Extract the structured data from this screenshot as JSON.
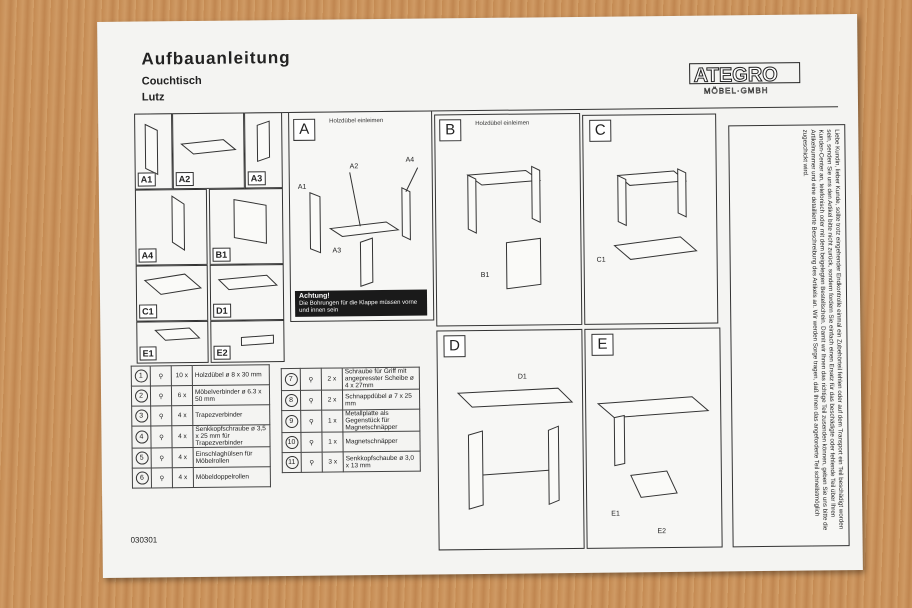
{
  "header": {
    "title": "Aufbauanleitung",
    "product_type": "Couchtisch",
    "product_name": "Lutz",
    "logo_text": "ATEGRO",
    "logo_sub": "MÖBEL·GMBH"
  },
  "parts": [
    "A1",
    "A2",
    "A3",
    "A4",
    "B1",
    "C1",
    "D1",
    "E1",
    "E2"
  ],
  "steps": {
    "A": {
      "letter": "A",
      "caption": "Holzdübel einleimen",
      "warning_title": "Achtung!",
      "warning_text": "Die Bohrungen für die Klappe müssen vorne und innen sein"
    },
    "B": {
      "letter": "B",
      "caption": "Holzdübel einleimen"
    },
    "C": {
      "letter": "C"
    },
    "D": {
      "letter": "D"
    },
    "E": {
      "letter": "E"
    }
  },
  "hardware_left": [
    {
      "n": "1",
      "qty": "10 x",
      "desc": "Holzdübel ø 8 x 30 mm"
    },
    {
      "n": "2",
      "qty": "6 x",
      "desc": "Möbelverbinder ø 6.3 x 50 mm"
    },
    {
      "n": "3",
      "qty": "4 x",
      "desc": "Trapezverbinder"
    },
    {
      "n": "4",
      "qty": "4 x",
      "desc": "Senkkopfschraube ø 3,5 x 25 mm für Trapezverbinder"
    },
    {
      "n": "5",
      "qty": "4 x",
      "desc": "Einschlaghülsen für Möbelrollen"
    },
    {
      "n": "6",
      "qty": "4 x",
      "desc": "Möbeldoppelrollen"
    }
  ],
  "hardware_right": [
    {
      "n": "7",
      "qty": "2 x",
      "desc": "Schraube für Griff mit angepresster Scheibe ø 4 x 27mm"
    },
    {
      "n": "8",
      "qty": "2 x",
      "desc": "Schnappdübel ø 7 x 25 mm"
    },
    {
      "n": "9",
      "qty": "1 x",
      "desc": "Metallplatte als Gegenstück für Magnetschnäpper"
    },
    {
      "n": "10",
      "qty": "1 x",
      "desc": "Magnetschnäpper"
    },
    {
      "n": "11",
      "qty": "3 x",
      "desc": "Senkkopfschaube ø 3,0 x 13 mm"
    }
  ],
  "doc_number": "030301",
  "customer_note": "Liebe Kundin, lieber Kunde, sollte trotz eingehender Endkontrolle einmal ein Zubehörteil fehlen oder auf dem Transport ein Teil beschädigt worden sein, senden Sie uns den Artikel bitte nicht zurück, sondern fordern Sie einfach einen Ersatz für das beschädigte oder fehlende Teil über Ihren Kunden-Center an, telefonisch oder mit dem beigelegten Bestellschein. Damit wir Ihnen das richtige Teil zusenden können, geben Sie uns bitte die Artikelnummer und eine detaillierte Beschreibung des Artikels an. Wir werden Sorge tragen, daß Ihnen das angeforderte Teil schnellstmöglich zugeschickt wird."
}
